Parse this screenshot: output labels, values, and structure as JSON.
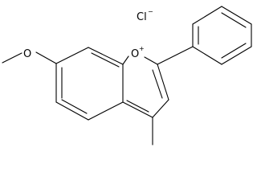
{
  "molecule": {
    "counter_ion": {
      "symbol": "Cl",
      "charge": "−"
    },
    "ring_oxygen": {
      "symbol": "O",
      "charge": "+"
    },
    "methoxy_oxygen": {
      "symbol": "O"
    }
  },
  "colors": {
    "bond": "#000000",
    "background": "#ffffff"
  }
}
